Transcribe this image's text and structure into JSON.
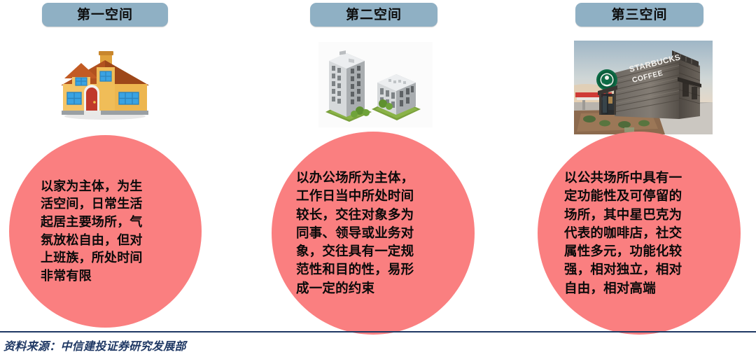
{
  "columns": [
    {
      "header": "第一空间",
      "icon": "house-illustration",
      "body": "以家为主体，为生\n活空间，日常生活\n起居主要场所，气\n氛放松自由，但对\n上班族，所处时间\n非常有限"
    },
    {
      "header": "第二空间",
      "icon": "office-buildings-illustration",
      "body": "以办公场所为主体，\n工作日当中所处时间\n较长，交往对象多为\n同事、领导或业务对\n象，交往具有一定规\n范性和目的性，易形\n成一定的约束"
    },
    {
      "header": "第三空间",
      "icon": "starbucks-store-photo",
      "body": "以公共场所中具有一\n定功能性及可停留的\n场所，其中星巴克为\n代表的咖啡店，社交\n属性多元，功能化较\n强，相对独立，相对\n自由，相对高端"
    }
  ],
  "footer": {
    "source": "资料来源：中信建投证券研究发展部"
  },
  "colors": {
    "header_pill": "#8fb0c4",
    "circle": "#fa7f80",
    "footer_rule": "#1f3864",
    "footer_text": "#1f3864",
    "header_text": "#0d0d0d",
    "circle_text": "#0a0a0a"
  }
}
